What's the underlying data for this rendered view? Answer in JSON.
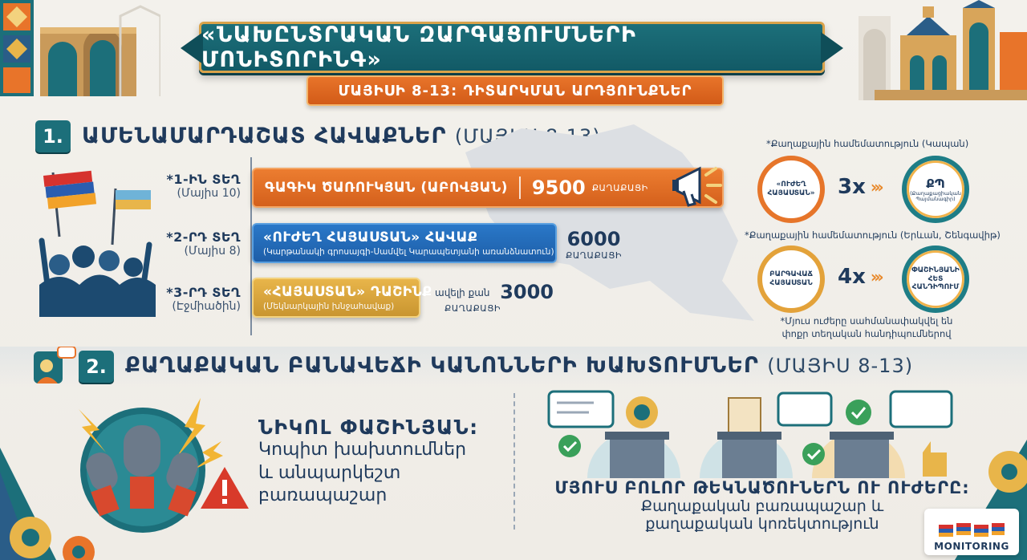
{
  "header": {
    "title": "«ՆԱԽԸՆՏՐԱԿԱՆ ԶԱՐԳԱՑՈՒՄՆԵՐԻ ՄՈՆԻՏՈՐԻՆԳ»",
    "subtitle": "ՄԱՅԻՍԻ 8-13: ԴԻՏԱՐԿՄԱՆ ԱՐԴՅՈՒՆՔՆԵՐ"
  },
  "section1": {
    "number": "1.",
    "title": "ԱՄԵՆԱՄԱՐԴԱՇԱՏ ՀԱՎԱՔՆԵՐ",
    "period": "(ՄԱՅԻՍ 8-13)",
    "ranks": [
      {
        "place": "*1-ԻՆ ՏԵՂ",
        "where": "(Մայիս 10)",
        "name": "ԳԱԳԻԿ ԾԱՌՈՒԿՅԱՆ (ԱԲՈՎՅԱՆ)",
        "count": "9500",
        "unit": "ՔԱՂԱՔԱՑԻ"
      },
      {
        "place": "*2-ՐԴ ՏԵՂ",
        "where": "(Մայիս 8)",
        "name": "«ՈՒԺԵՂ ՀԱՅԱՍՏԱՆ» ՀԱՎԱՔ",
        "desc": "(Կարթանակի գրոսայգի-Սամվել Կարապետյանի առանձնատուն)",
        "count": "6000",
        "unit": "ՔԱՂԱՔԱՑԻ"
      },
      {
        "place": "*3-ՐԴ ՏԵՂ",
        "where": "(Էջմիածին)",
        "name": "«ՀԱՅԱՍՏԱՆ» ԴԱՇԻՆՔ",
        "desc": "(Մեկնարկային խնջահավաք)",
        "prefix": "ավելի քան",
        "count": "3000",
        "unit": "ՔԱՂԱՔԱՑԻ"
      }
    ],
    "comparisons": {
      "note1": "*Քաղաքային համեմատություն (Կապան)",
      "c1_left": "«ՈՒԺԵՂ ՀԱՅԱՍՏԱՆ»",
      "c1_mult": "3x",
      "c1_right_big": "ՔՊ",
      "c1_right_small": "(Քաղաքացիական Պայմանագիր)",
      "note2": "*Քաղաքային համեմատություն (Երևան, Շենգավիթ)",
      "c2_left": "ԲԱՐԳԱՎԱՃ ՀԱՅԱՍՏԱՆ",
      "c2_mult": "4x",
      "c2_right": "ՓԱՇԻՆՅԱՆԻ ՀԵՏ ՀԱՆԴԻՊՈՒՄ",
      "note3_l1": "*Մյուս ուժերը սահմանափակվել են",
      "note3_l2": "փոքր տեղական հանդիպումներով"
    }
  },
  "section2": {
    "number": "2.",
    "title": "ՔԱՂԱՔԱԿԱՆ ԲԱՆԱՎԵՃԻ ԿԱՆՈՆՆԵՐԻ ԽԱԽՏՈՒՄՆԵՐ",
    "period": "(ՄԱՅԻՍ 8-13)",
    "pm_name": "ՆԻԿՈԼ ՓԱՇԻՆՅԱՆ:",
    "pm_l1": "Կոպիտ խախտումներ",
    "pm_l2": "և անպարկեշտ",
    "pm_l3": "բառապաշար",
    "others_title": "ՄՅՈՒՍ ԲՈԼՈՐ ԹԵԿՆԱԾՈՒՆԵՐՆ ՈՒ ՈՒԺԵՐԸ:",
    "others_l1": "Քաղաքական բառապաշար և",
    "others_l2": "քաղաքական կոռեկտություն"
  },
  "logo": {
    "text": "MONITORING"
  },
  "colors": {
    "teal": "#1c6f7a",
    "orange": "#e8742a",
    "blue": "#2a78c8",
    "gold": "#e8b54a",
    "navy": "#1f3a5c"
  }
}
